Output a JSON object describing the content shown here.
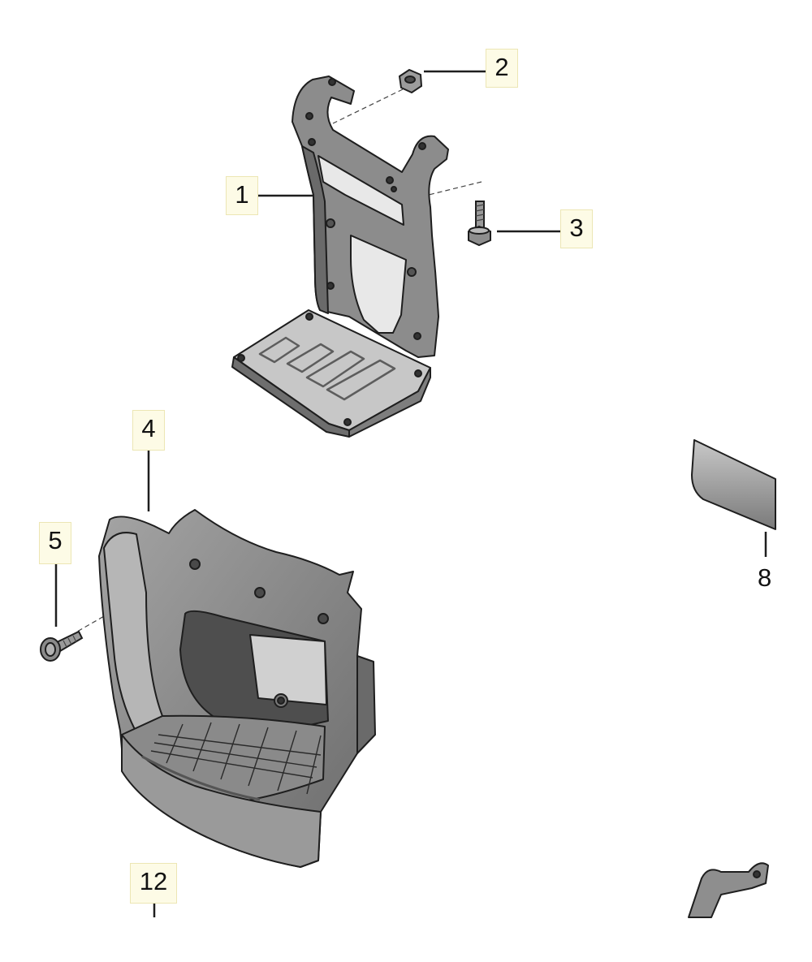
{
  "diagram": {
    "callouts": [
      {
        "id": "1",
        "label": "1"
      },
      {
        "id": "2",
        "label": "2"
      },
      {
        "id": "3",
        "label": "3"
      },
      {
        "id": "4",
        "label": "4"
      },
      {
        "id": "5",
        "label": "5"
      },
      {
        "id": "8",
        "label": "8"
      },
      {
        "id": "12",
        "label": "12"
      }
    ],
    "colors": {
      "part_fill": "#8e8e8e",
      "part_light": "#b9b9b9",
      "part_dark": "#5a5a5a",
      "outline": "#1e1e1e",
      "callout_bg": "#fdfbe6",
      "background": "#ffffff"
    }
  }
}
